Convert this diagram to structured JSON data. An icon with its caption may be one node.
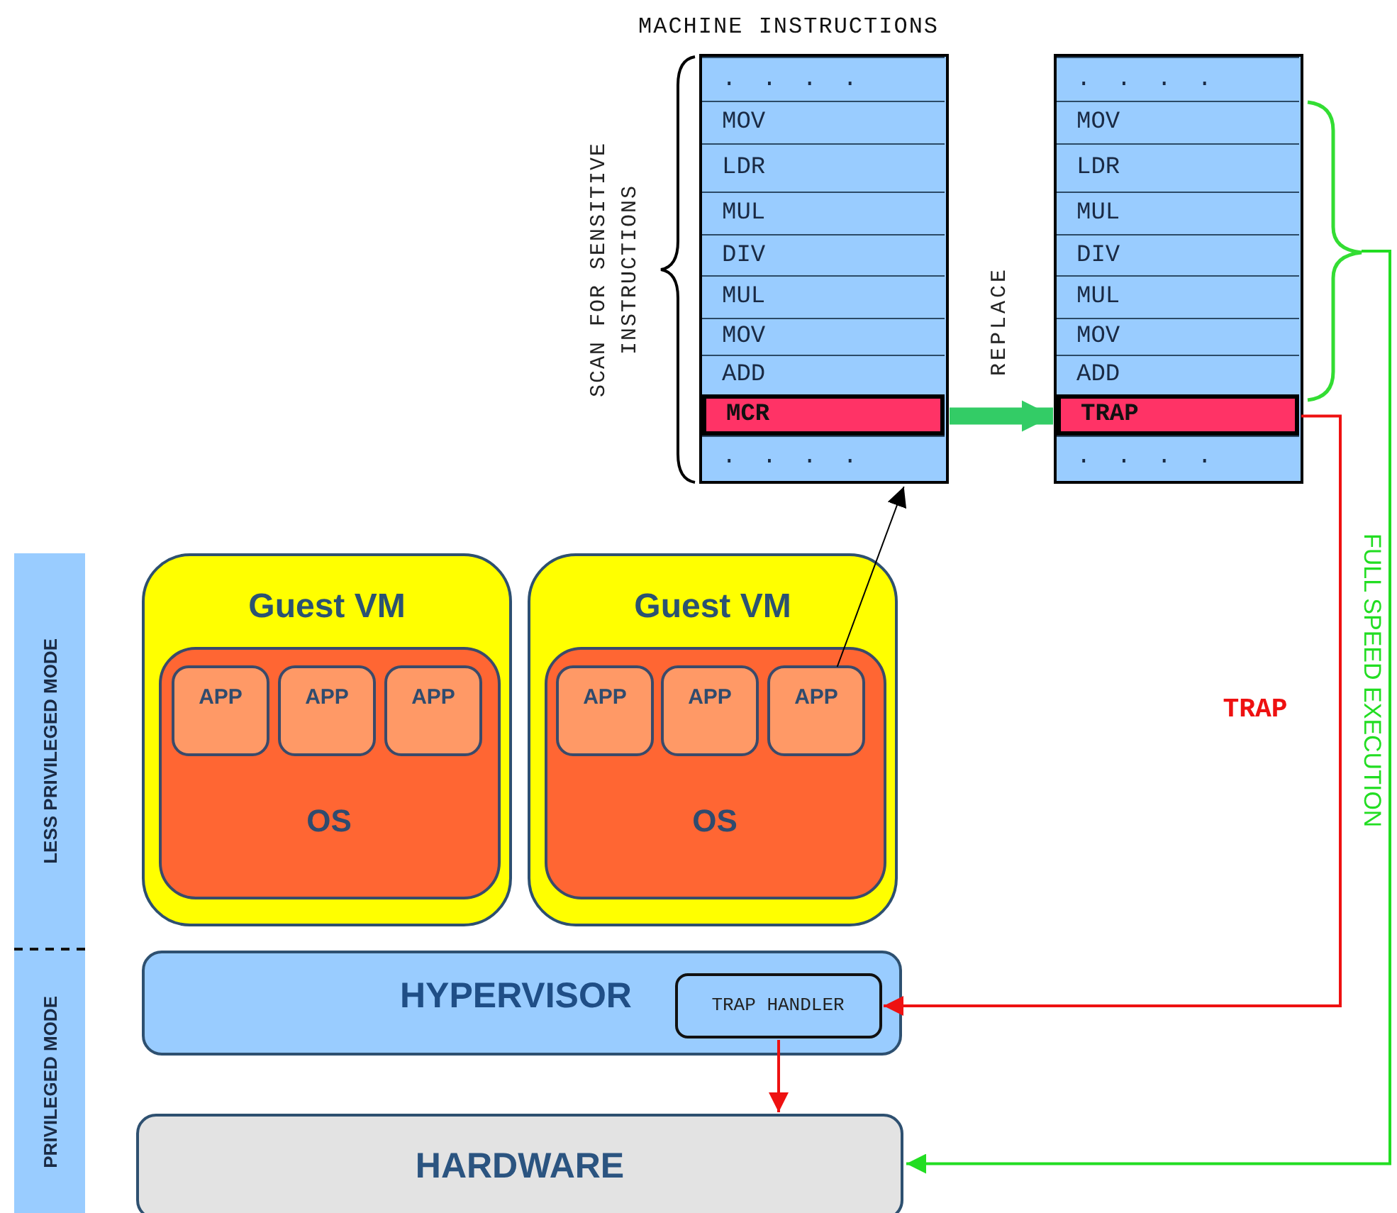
{
  "diagram": {
    "nodes": [
      {
        "text": [
          "MACHINE INSTRUCTIONS"
        ]
      },
      {
        "text": [
          ". . . ."
        ],
        "in": 0
      },
      {
        "text": [
          "MOV"
        ],
        "in": 0
      },
      {
        "text": [
          "LDR"
        ],
        "in": 0
      },
      {
        "text": [
          "MUL"
        ],
        "in": 0
      },
      {
        "text": [
          "DIV"
        ],
        "in": 0
      },
      {
        "text": [
          "MUL"
        ],
        "in": 0
      },
      {
        "text": [
          "MOV"
        ],
        "in": 0
      },
      {
        "text": [
          "ADD"
        ],
        "in": 0
      },
      {
        "text": [
          "MCR"
        ],
        "in": 0
      },
      {
        "text": [
          ". . . ."
        ],
        "in": 0
      },
      {
        "text": [],
        "shape": "box"
      },
      {
        "text": [
          ". . . ."
        ],
        "in": 11
      },
      {
        "text": [
          "MOV"
        ],
        "in": 11
      },
      {
        "text": [
          "LDR"
        ],
        "in": 11
      },
      {
        "text": [
          "MUL"
        ],
        "in": 11
      },
      {
        "text": [
          "DIV"
        ],
        "in": 11
      },
      {
        "text": [
          "MUL"
        ],
        "in": 11
      },
      {
        "text": [
          "MOV"
        ],
        "in": 11
      },
      {
        "text": [
          "ADD"
        ],
        "in": 11
      },
      {
        "text": [
          "TRAP"
        ],
        "in": 11
      },
      {
        "text": [
          ". . . ."
        ],
        "in": 11
      },
      {
        "text": [
          "LESS PRIVILEGED MODE"
        ]
      },
      {
        "text": [
          "PRIVILEGED MODE"
        ]
      },
      {
        "text": [
          "Guest VM"
        ]
      },
      {
        "text": [
          "OS"
        ],
        "in": 24
      },
      {
        "text": [
          "APP"
        ],
        "in": 25
      },
      {
        "text": [
          "APP"
        ],
        "in": 25
      },
      {
        "text": [
          "APP"
        ],
        "in": 25
      },
      {
        "text": [
          "Guest VM"
        ]
      },
      {
        "text": [
          "OS"
        ],
        "in": 29
      },
      {
        "text": [
          "APP"
        ],
        "in": 30
      },
      {
        "text": [
          "APP"
        ],
        "in": 30
      },
      {
        "text": [
          "APP"
        ],
        "in": 30
      },
      {
        "text": [
          "HYPERVISOR"
        ]
      },
      {
        "text": [
          "TRAP HANDLER"
        ],
        "in": 34
      },
      {
        "text": [
          "HARDWARE"
        ]
      },
      {
        "text": [],
        "shape": "bracket"
      }
    ],
    "edges": [
      {
        "from": 33,
        "to": 0,
        "arrow": "to",
        "color": "#000000"
      },
      {
        "from": 9,
        "to": 20,
        "arrow": "to",
        "label": "REPLACE",
        "style": "thick",
        "color": "#33cc66"
      },
      {
        "from": 20,
        "to": 35,
        "arrow": "to",
        "label": "TRAP",
        "color": "#ee1111"
      },
      {
        "from": 35,
        "to": 36,
        "arrow": "to",
        "color": "#ee1111"
      },
      {
        "from": 37,
        "to": 36,
        "arrow": "to",
        "label": "FULL SPEED EXECUTION",
        "color": "#22dd22"
      }
    ],
    "labels": [
      "SCAN FOR SENSITIVE INSTRUCTIONS"
    ]
  }
}
